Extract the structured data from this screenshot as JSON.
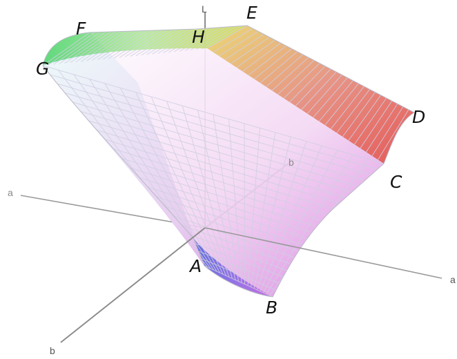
{
  "diagram": {
    "vertices": {
      "A": "A",
      "B": "B",
      "C": "C",
      "D": "D",
      "E": "E",
      "F": "F",
      "G": "G",
      "H": "H"
    },
    "axes": {
      "L": "L",
      "a_negative": "a",
      "a_positive": "a",
      "b_negative": "b",
      "b_positive": "b"
    },
    "colors": {
      "A": "#5a3a4a",
      "B": "#6b6be8",
      "C": "#e070e0",
      "D": "#e04848",
      "E": "#d8d848",
      "F": "#6adf5a",
      "G": "#40d0c8",
      "H": "#ffffff",
      "wire": "#cfcfe0",
      "axis": "#8c8c8c"
    }
  }
}
